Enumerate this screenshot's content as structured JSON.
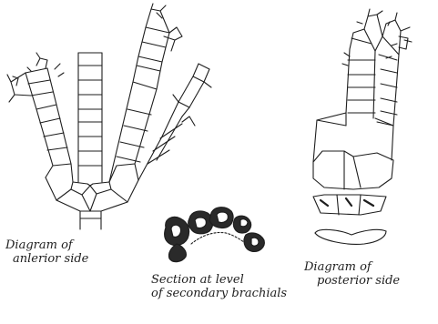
{
  "captions": {
    "anterior": {
      "line1": "Diagram of",
      "line2": "anlerior side"
    },
    "section": {
      "line1": "Section at level",
      "line2": "of secondary brachials"
    },
    "posterior": {
      "line1": "Diagram of",
      "line2": "posterior side"
    }
  },
  "colors": {
    "ink": "#1e1e1e",
    "background": "#ffffff"
  }
}
